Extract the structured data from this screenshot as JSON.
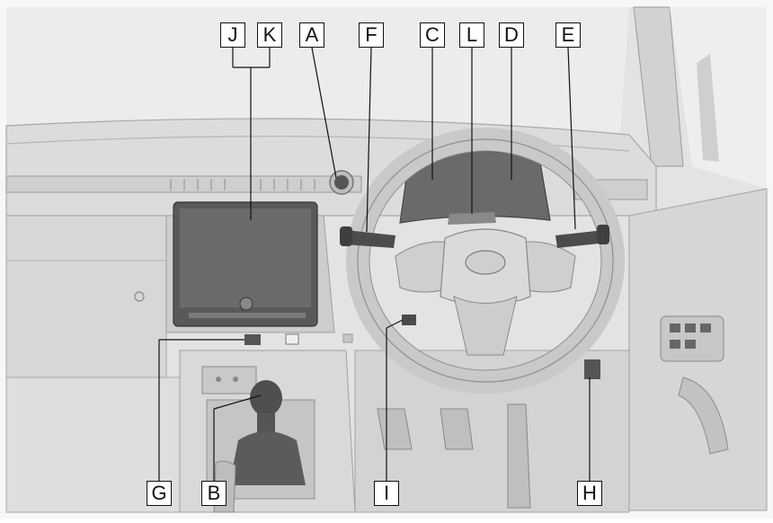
{
  "figure": {
    "callouts": {
      "A": "A",
      "B": "B",
      "C": "C",
      "D": "D",
      "E": "E",
      "F": "F",
      "G": "G",
      "H": "H",
      "I": "I",
      "J": "J",
      "K": "K",
      "L": "L"
    }
  }
}
